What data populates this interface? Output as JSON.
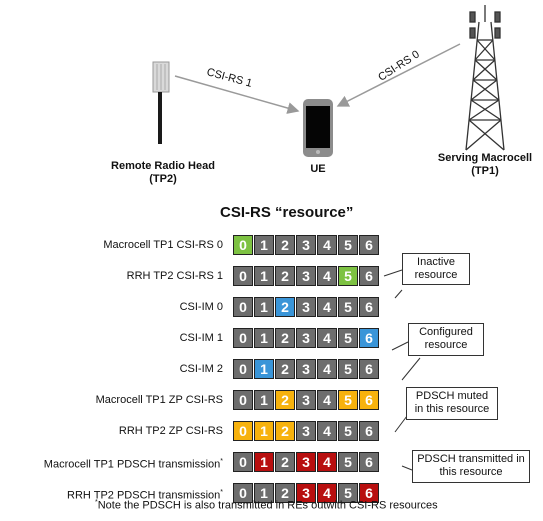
{
  "diagram": {
    "rrh_label": "Remote Radio Head",
    "rrh_sub": "(TP2)",
    "ue_label": "UE",
    "macro_label": "Serving Macrocell",
    "macro_sub": "(TP1)",
    "link_rrh": "CSI-RS 1",
    "link_macro": "CSI-RS 0"
  },
  "table": {
    "title": "CSI-RS “resource”",
    "colors": {
      "grey": "#6d6d6d",
      "green": "#7dc242",
      "blue": "#3a95d8",
      "yellow": "#f7b20d",
      "red": "#b80f0f"
    },
    "rows": [
      {
        "label": "Macrocell TP1 CSI-RS 0",
        "sup": "",
        "cells": [
          [
            "0",
            "green"
          ],
          [
            "1",
            "grey"
          ],
          [
            "2",
            "grey"
          ],
          [
            "3",
            "grey"
          ],
          [
            "4",
            "grey"
          ],
          [
            "5",
            "grey"
          ],
          [
            "6",
            "grey"
          ]
        ]
      },
      {
        "label": "RRH TP2 CSI-RS 1",
        "sup": "",
        "cells": [
          [
            "0",
            "grey"
          ],
          [
            "1",
            "grey"
          ],
          [
            "2",
            "grey"
          ],
          [
            "3",
            "grey"
          ],
          [
            "4",
            "grey"
          ],
          [
            "5",
            "green"
          ],
          [
            "6",
            "grey"
          ]
        ]
      },
      {
        "label": "CSI-IM 0",
        "sup": "",
        "cells": [
          [
            "0",
            "grey"
          ],
          [
            "1",
            "grey"
          ],
          [
            "2",
            "blue"
          ],
          [
            "3",
            "grey"
          ],
          [
            "4",
            "grey"
          ],
          [
            "5",
            "grey"
          ],
          [
            "6",
            "grey"
          ]
        ]
      },
      {
        "label": "CSI-IM 1",
        "sup": "",
        "cells": [
          [
            "0",
            "grey"
          ],
          [
            "1",
            "grey"
          ],
          [
            "2",
            "grey"
          ],
          [
            "3",
            "grey"
          ],
          [
            "4",
            "grey"
          ],
          [
            "5",
            "grey"
          ],
          [
            "6",
            "blue"
          ]
        ]
      },
      {
        "label": "CSI-IM 2",
        "sup": "",
        "cells": [
          [
            "0",
            "grey"
          ],
          [
            "1",
            "blue"
          ],
          [
            "2",
            "grey"
          ],
          [
            "3",
            "grey"
          ],
          [
            "4",
            "grey"
          ],
          [
            "5",
            "grey"
          ],
          [
            "6",
            "grey"
          ]
        ]
      },
      {
        "label": "Macrocell TP1 ZP CSI-RS",
        "sup": "",
        "cells": [
          [
            "0",
            "grey"
          ],
          [
            "1",
            "grey"
          ],
          [
            "2",
            "yellow"
          ],
          [
            "3",
            "grey"
          ],
          [
            "4",
            "grey"
          ],
          [
            "5",
            "yellow"
          ],
          [
            "6",
            "yellow"
          ]
        ]
      },
      {
        "label": "RRH TP2 ZP CSI-RS",
        "sup": "",
        "cells": [
          [
            "0",
            "yellow"
          ],
          [
            "1",
            "yellow"
          ],
          [
            "2",
            "yellow"
          ],
          [
            "3",
            "grey"
          ],
          [
            "4",
            "grey"
          ],
          [
            "5",
            "grey"
          ],
          [
            "6",
            "grey"
          ]
        ]
      },
      {
        "label": "Macrocell TP1 PDSCH transmission",
        "sup": "*",
        "cells": [
          [
            "0",
            "grey"
          ],
          [
            "1",
            "red"
          ],
          [
            "2",
            "grey"
          ],
          [
            "3",
            "red"
          ],
          [
            "4",
            "red"
          ],
          [
            "5",
            "grey"
          ],
          [
            "6",
            "grey"
          ]
        ]
      },
      {
        "label": "RRH TP2 PDSCH transmission",
        "sup": "*",
        "cells": [
          [
            "0",
            "grey"
          ],
          [
            "1",
            "grey"
          ],
          [
            "2",
            "grey"
          ],
          [
            "3",
            "red"
          ],
          [
            "4",
            "red"
          ],
          [
            "5",
            "grey"
          ],
          [
            "6",
            "red"
          ]
        ]
      }
    ],
    "callouts": {
      "inactive": "Inactive resource",
      "configured": "Configured resource",
      "muted": "PDSCH muted in this resource",
      "transmitted": "PDSCH transmitted in this resource"
    },
    "footnote_mark": "*",
    "footnote": "Note the PDSCH is also transmitted in REs outwith CSI-RS resources"
  }
}
